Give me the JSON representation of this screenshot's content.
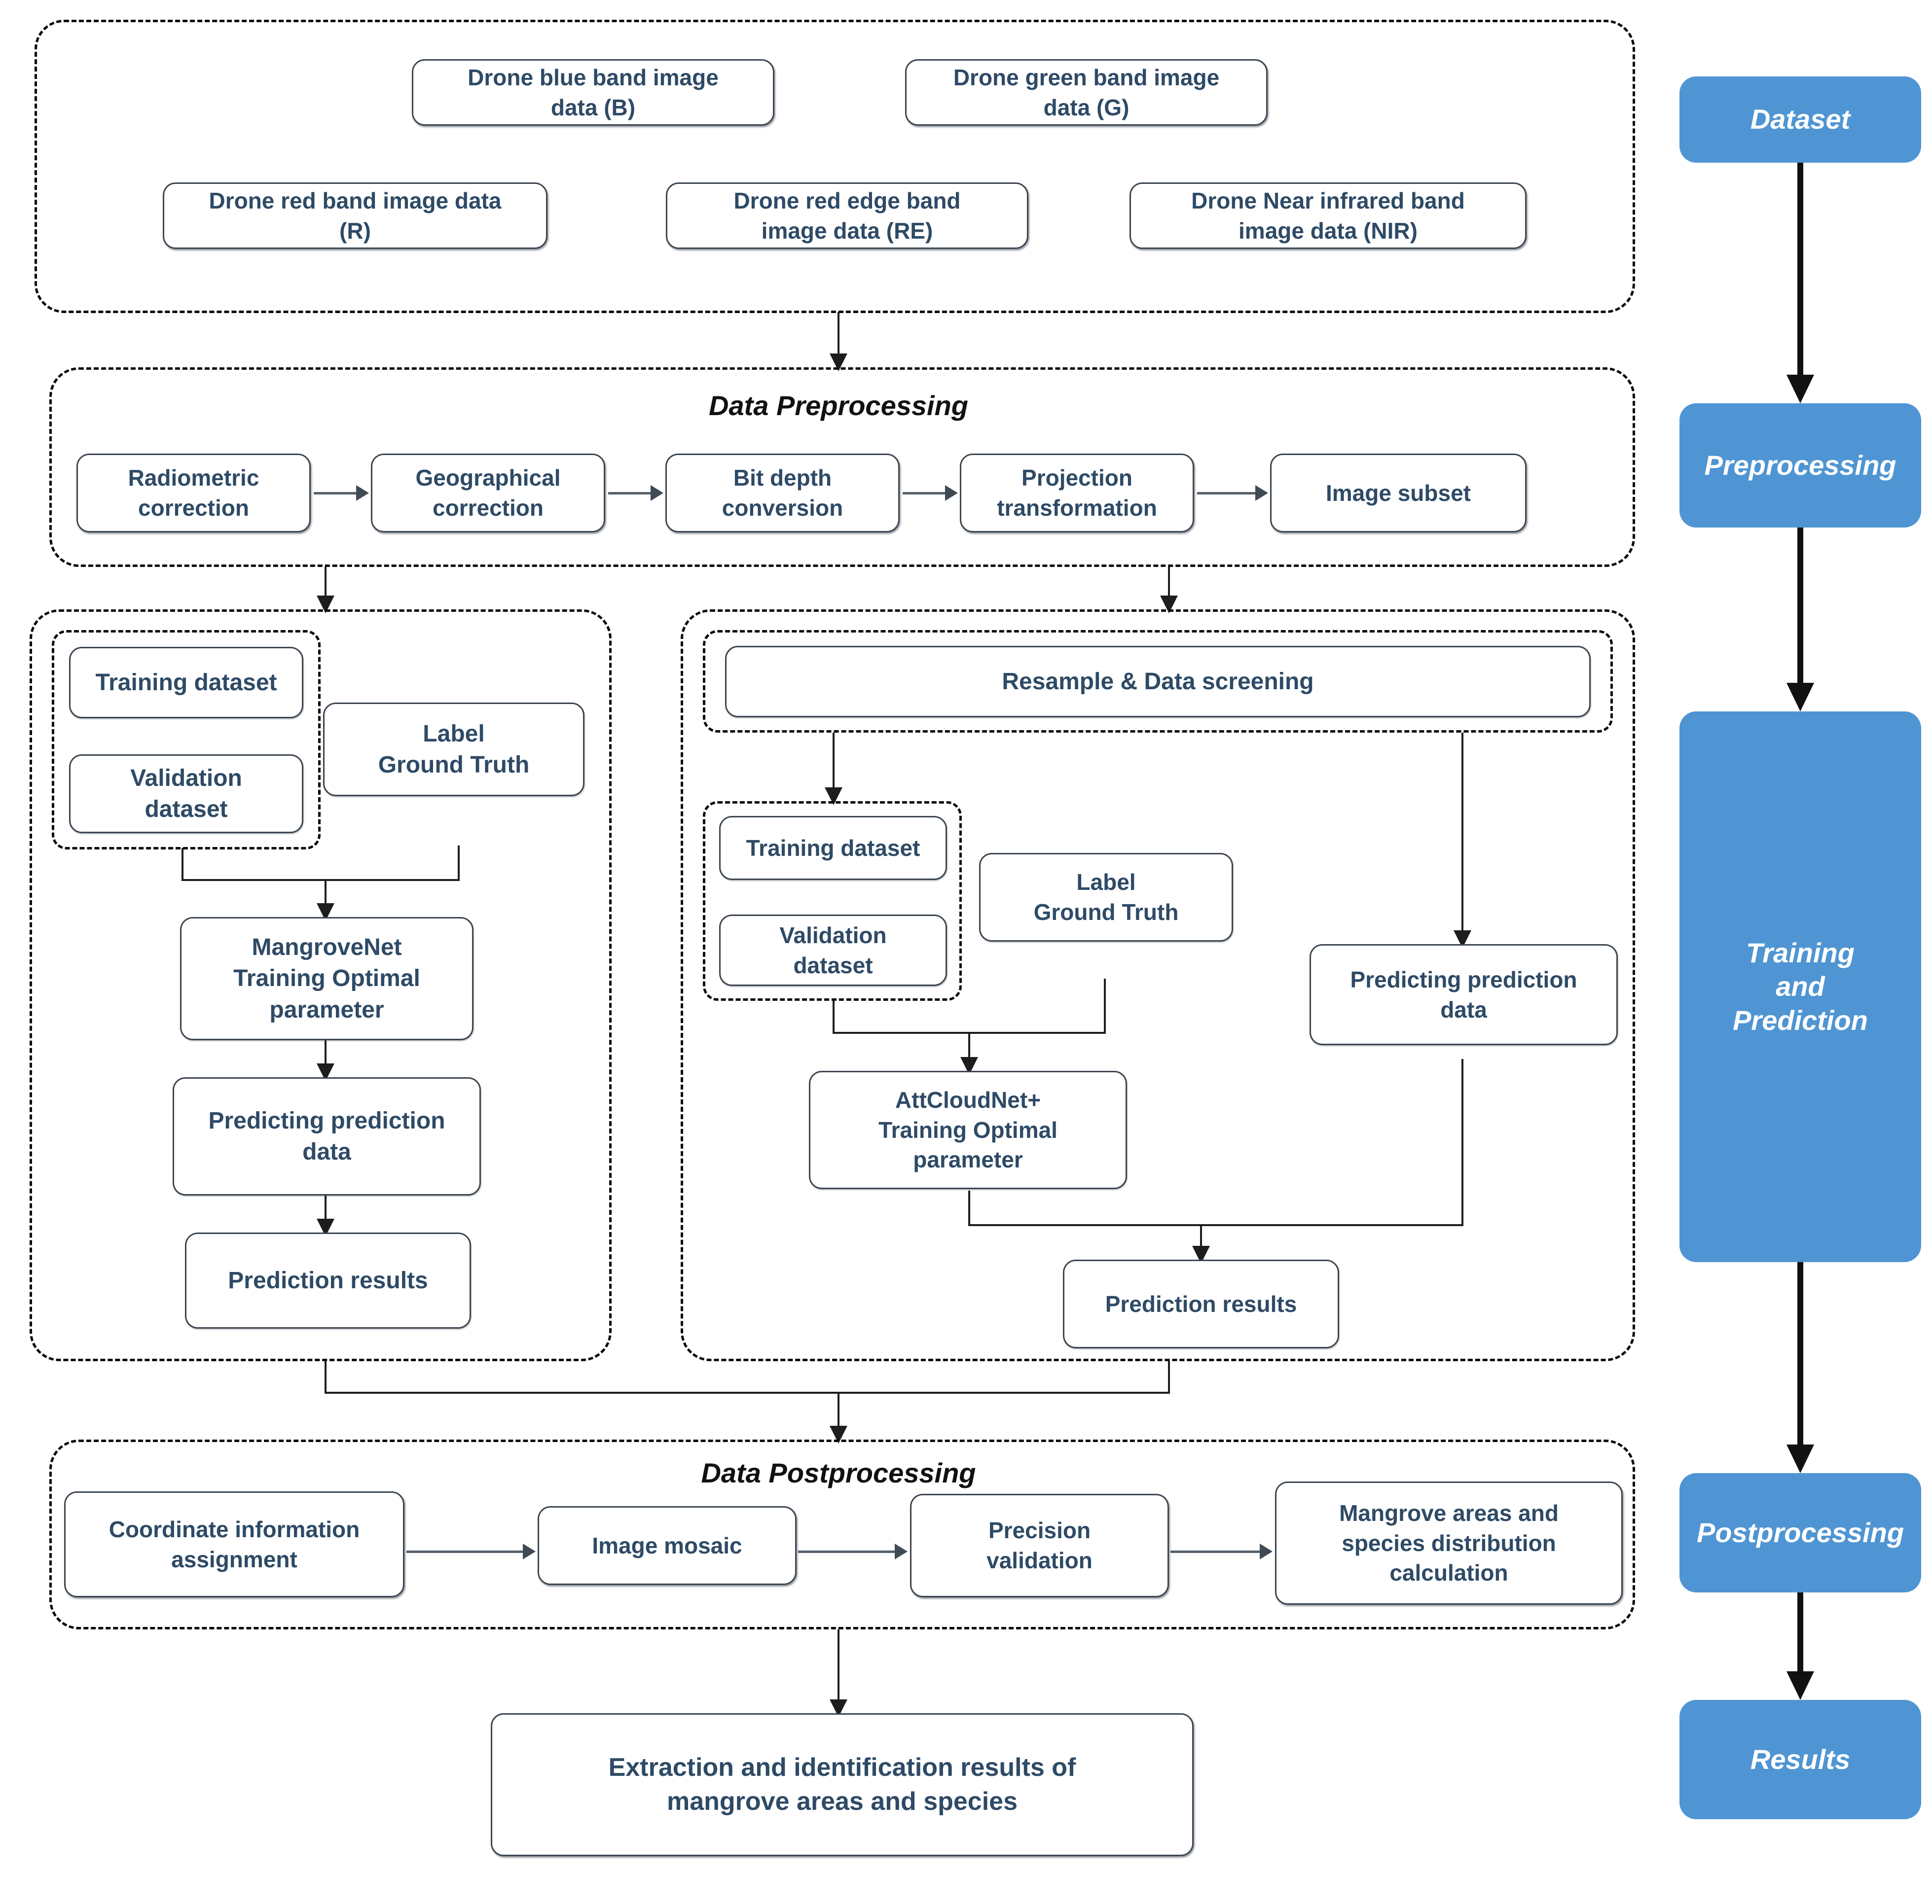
{
  "colors": {
    "stage_blue": "#4f95d3",
    "node_text": "#2e4a66",
    "node_border": "#3c4550",
    "group_border": "#0a0a0a",
    "connector": "#1d1d1d",
    "stage_text": "#ffffff"
  },
  "dataset_group": {
    "title": "",
    "boxes": [
      {
        "label": "Drone blue band image\ndata (B)"
      },
      {
        "label": "Drone green band image\ndata (G)"
      },
      {
        "label": "Drone red band image data\n(R)"
      },
      {
        "label": "Drone red edge band\nimage data (RE)"
      },
      {
        "label": "Drone Near infrared band\nimage data (NIR)"
      }
    ]
  },
  "preprocessing_group": {
    "title": "Data Preprocessing",
    "steps": [
      {
        "label": "Radiometric\ncorrection"
      },
      {
        "label": "Geographical\ncorrection"
      },
      {
        "label": "Bit depth\nconversion"
      },
      {
        "label": "Projection\ntransformation"
      },
      {
        "label": "Image subset"
      }
    ]
  },
  "left_branch": {
    "dataset_subgroup": [
      {
        "label": "Training dataset"
      },
      {
        "label": "Validation\ndataset"
      }
    ],
    "label_box": "Label\nGround Truth",
    "model_box": "MangroveNet\nTraining Optimal\nparameter",
    "predict_data_box": "Predicting prediction\ndata",
    "results_box": "Prediction results"
  },
  "right_branch": {
    "resample_box": "Resample & Data screening",
    "dataset_subgroup": [
      {
        "label": "Training dataset"
      },
      {
        "label": "Validation\ndataset"
      }
    ],
    "label_box": "Label\nGround Truth",
    "predict_data_box": "Predicting prediction\ndata",
    "model_box": "AttCloudNet+\nTraining Optimal\nparameter",
    "results_box": "Prediction results"
  },
  "postprocessing_group": {
    "title": "Data Postprocessing",
    "steps": [
      {
        "label": "Coordinate information\nassignment"
      },
      {
        "label": "Image mosaic"
      },
      {
        "label": "Precision\nvalidation"
      },
      {
        "label": "Mangrove areas and\nspecies distribution\ncalculation"
      }
    ]
  },
  "final_output": {
    "label": "Extraction and identification results of\nmangrove areas and species"
  },
  "stages": [
    {
      "label": "Dataset"
    },
    {
      "label": "Preprocessing"
    },
    {
      "label": "Training\nand\nPrediction"
    },
    {
      "label": "Postprocessing"
    },
    {
      "label": "Results"
    }
  ]
}
